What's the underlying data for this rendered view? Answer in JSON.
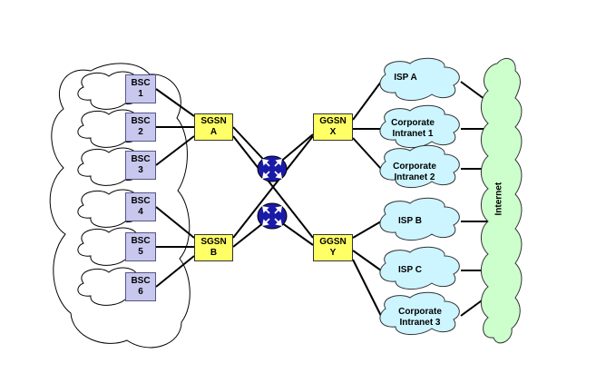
{
  "bscs": [
    {
      "name": "BSC",
      "id": "1"
    },
    {
      "name": "BSC",
      "id": "2"
    },
    {
      "name": "BSC",
      "id": "3"
    },
    {
      "name": "BSC",
      "id": "4"
    },
    {
      "name": "BSC",
      "id": "5"
    },
    {
      "name": "BSC",
      "id": "6"
    }
  ],
  "sgsn": [
    {
      "name": "SGSN",
      "id": "A"
    },
    {
      "name": "SGSN",
      "id": "B"
    }
  ],
  "ggsn": [
    {
      "name": "GGSN",
      "id": "X"
    },
    {
      "name": "GGSN",
      "id": "Y"
    }
  ],
  "networks": [
    {
      "label": "ISP A"
    },
    {
      "label": "Corporate\nIntranet 1"
    },
    {
      "label": "Corporate\nIntranet 2"
    },
    {
      "label": "ISP B"
    },
    {
      "label": "ISP C"
    },
    {
      "label": "Corporate\nIntranet 3"
    }
  ],
  "internet": {
    "label": "Internet"
  },
  "colors": {
    "bsc_fill": "#c8c8ee",
    "gsn_fill": "#ffff66",
    "isp_cloud": "#ccf5ff",
    "internet_cloud": "#ccffcc",
    "router": "#1a1aa8"
  }
}
